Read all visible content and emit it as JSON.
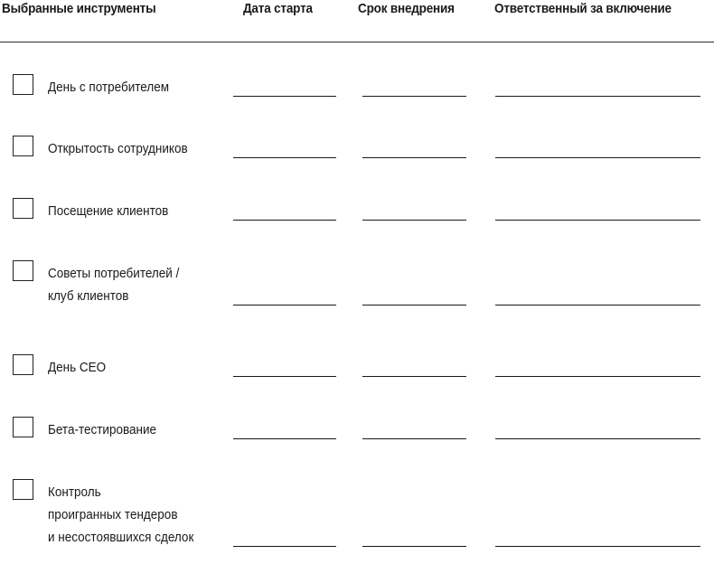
{
  "headers": {
    "instruments": "Выбранные инструменты",
    "start_date": "Дата старта",
    "deadline": "Срок внедрения",
    "owner": "Ответственный за включение"
  },
  "rows": [
    {
      "lines": [
        "День с потребителем"
      ],
      "checked": false,
      "start_date": "",
      "deadline": "",
      "owner": ""
    },
    {
      "lines": [
        "Открытость сотрудников"
      ],
      "checked": false,
      "start_date": "",
      "deadline": "",
      "owner": ""
    },
    {
      "lines": [
        "Посещение клиентов"
      ],
      "checked": false,
      "start_date": "",
      "deadline": "",
      "owner": ""
    },
    {
      "lines": [
        "Советы потребителей /",
        "клуб клиентов"
      ],
      "checked": false,
      "start_date": "",
      "deadline": "",
      "owner": ""
    },
    {
      "lines": [
        "День CEO"
      ],
      "checked": false,
      "start_date": "",
      "deadline": "",
      "owner": ""
    },
    {
      "lines": [
        "Бета-тестирование"
      ],
      "checked": false,
      "start_date": "",
      "deadline": "",
      "owner": ""
    },
    {
      "lines": [
        "Контроль",
        "проигранных тендеров",
        "и несостоявшихся сделок"
      ],
      "checked": false,
      "start_date": "",
      "deadline": "",
      "owner": ""
    }
  ]
}
